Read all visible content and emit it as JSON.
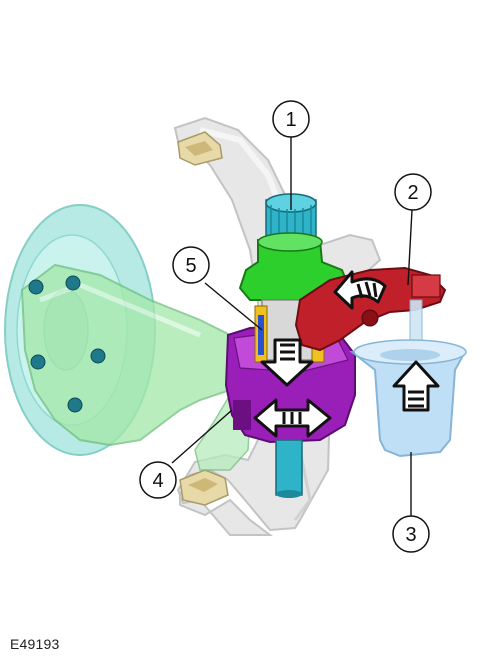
{
  "figure_ref": "E49193",
  "callouts": [
    {
      "id": "1",
      "label": "1"
    },
    {
      "id": "2",
      "label": "2"
    },
    {
      "id": "3",
      "label": "3"
    },
    {
      "id": "4",
      "label": "4"
    },
    {
      "id": "5",
      "label": "5"
    }
  ],
  "colors": {
    "knuckle": "#d9d9d9",
    "hub_flange": "#7fd6c8",
    "control_arm": "#8fe0a0",
    "splined_shaft": "#2fb3c9",
    "green_housing": "#2dcf2d",
    "red_lever": "#c0202a",
    "purple_ring": "#a020c0",
    "blue_cup": "#a9d6f2",
    "arrow_fill": "#ffffff",
    "arrow_stroke": "#111111"
  }
}
